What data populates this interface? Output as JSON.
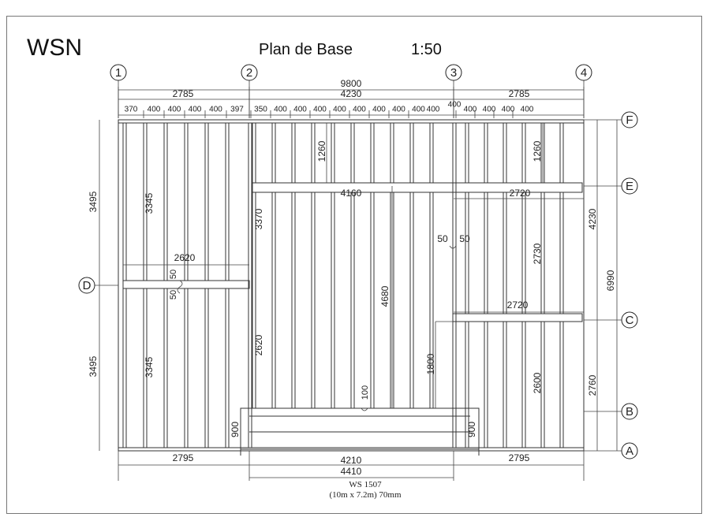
{
  "header": {
    "brand": "WSN",
    "title": "Plan de Base",
    "scale": "1:50"
  },
  "grid_columns": [
    "1",
    "2",
    "3",
    "4"
  ],
  "grid_rows": [
    "F",
    "E",
    "D",
    "C",
    "B",
    "A"
  ],
  "dimensions": {
    "overall_width": "9800",
    "span_1_2": "2785",
    "span_2_3": "4230",
    "span_3_4": "2785",
    "spacing_bay1": [
      "370",
      "400",
      "400",
      "400",
      "400",
      "397"
    ],
    "spacing_bay2": [
      "350",
      "400",
      "400",
      "400",
      "400",
      "400",
      "400",
      "400",
      "400",
      "400"
    ],
    "spacing_bay3": [
      "400",
      "400",
      "400",
      "400"
    ],
    "spacing_gap": "400",
    "left_upper": "3495",
    "left_lower": "3495",
    "right_total": "6990",
    "right_upper": "4230",
    "right_lower": "2760",
    "bay1_upper_stud": "3345",
    "bay1_lower_stud": "3345",
    "beam_d": "2620",
    "beam_d_gap_a": "50",
    "beam_d_gap_b": "50",
    "bay2_top_stud": "1260",
    "bay2_mid_stud": "3370",
    "bay2_lower_stud": "2620",
    "bay2_center_stud": "4680",
    "beam_e_center": "4160",
    "beam_e_right": "2720",
    "bay3_top_stud": "1260",
    "bay3_mid_stud": "2730",
    "bay3_lower_stud": "2600",
    "beam_c": "2720",
    "post_gap_a": "50",
    "post_gap_b": "50",
    "entry_stud": "1800",
    "step": "100",
    "entry_left": "900",
    "entry_right": "900",
    "bottom_left": "2795",
    "bottom_center": "4210",
    "bottom_right": "2795",
    "bottom_total": "4410"
  },
  "footer": {
    "ref": "WS 1507",
    "size": "(10m x 7.2m) 70mm"
  }
}
